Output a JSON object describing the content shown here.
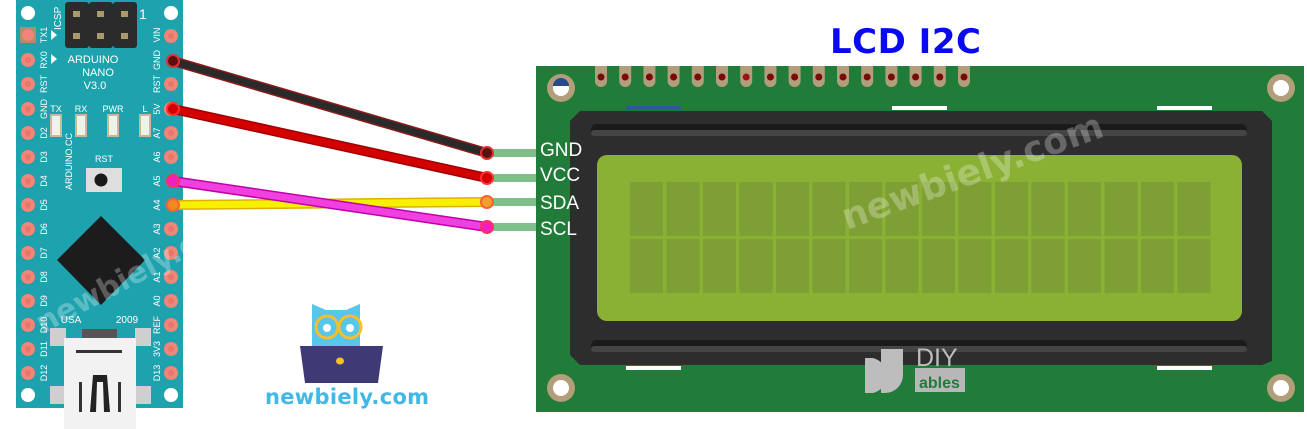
{
  "title": "LCD I2C",
  "brand": {
    "site": "newbiely.com",
    "watermark": "newbiely.com"
  },
  "arduino": {
    "name_line1": "ARDUINO",
    "name_line2": "NANO",
    "version": "V3.0",
    "icsp_label": "ICSP",
    "icsp_pin1": "1",
    "site_label": "ARDUINO.CC",
    "led_labels": [
      "TX",
      "RX",
      "PWR",
      "L"
    ],
    "reset_label": "RST",
    "usa_label": "USA",
    "year_label": "2009",
    "left_pins": [
      "TX1",
      "RX0",
      "RST",
      "GND",
      "D2",
      "D3",
      "D4",
      "D5",
      "D6",
      "D7",
      "D8",
      "D9",
      "D10",
      "D11",
      "D12"
    ],
    "right_pins": [
      "VIN",
      "GND",
      "RST",
      "5V",
      "A7",
      "A6",
      "A5",
      "A4",
      "A3",
      "A2",
      "A1",
      "A0",
      "REF",
      "3V3",
      "D13"
    ],
    "board_color": "#1ea2ad"
  },
  "lcd": {
    "pin_labels": [
      "GND",
      "VCC",
      "SDA",
      "SCL"
    ],
    "pcb_color": "#217c3a",
    "screen_color": "#8ab034",
    "columns": 16,
    "rows": 2,
    "header_pins": 16
  },
  "wires": [
    {
      "from": "GND",
      "to": "GND",
      "color": "#222222"
    },
    {
      "from": "5V",
      "to": "VCC",
      "color": "#cc0000"
    },
    {
      "from": "A4",
      "to": "SDA",
      "color": "#f2ec00"
    },
    {
      "from": "A5",
      "to": "SCL",
      "color": "#ee33dd"
    }
  ],
  "logo": {
    "diy": "DIY",
    "ables": "ables"
  }
}
